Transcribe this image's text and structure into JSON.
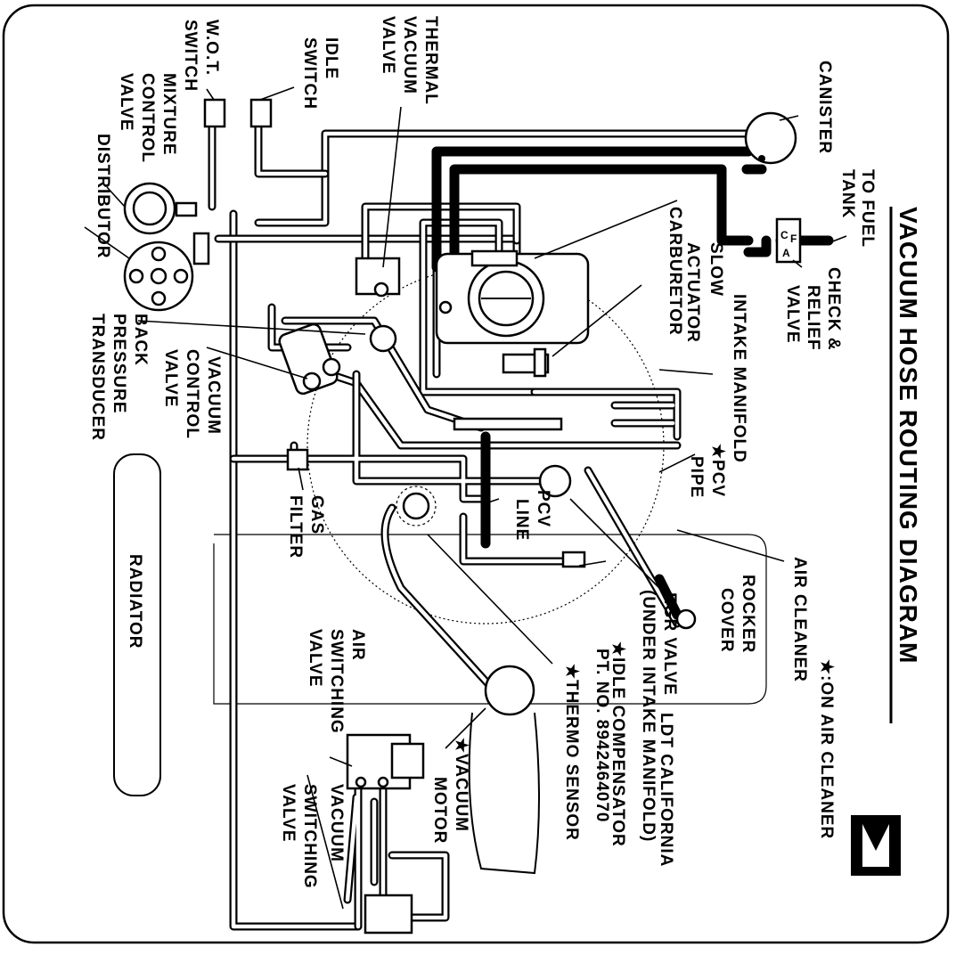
{
  "title": "VACUUM HOSE ROUTING DIAGRAM",
  "note": "★:ON AIR CLEANER",
  "model": "LDT CALIFORNIA",
  "part_number": "PT. NO. 8942464070",
  "logo_icon": "isuzu-logo-icon",
  "labels": {
    "to_fuel_tank": [
      "TO FUEL",
      "TANK"
    ],
    "canister": "CANISTER",
    "check_relief_valve": [
      "CHECK &",
      "RELIEF",
      "VALVE"
    ],
    "carburetor": "CARBURETOR",
    "slow_actuator": [
      "SLOW",
      "ACTUATOR"
    ],
    "intake_manifold": "INTAKE MANIFOLD",
    "pcv_pipe": [
      "★PCV",
      "PIPE"
    ],
    "pcv_line": [
      "PCV",
      "LINE"
    ],
    "air_cleaner": "AIR CLEANER",
    "rocker_cover": [
      "ROCKER",
      "COVER"
    ],
    "egr_valve": [
      "EGR VALVE",
      "(UNDER INTAKE MANIFOLD)"
    ],
    "idle_compensator": "★IDLE COMPENSATOR",
    "thermo_sensor": "★THERMO SENSOR",
    "vacuum_motor": [
      "★VACUUM",
      "MOTOR"
    ],
    "thermal_vacuum_valve": [
      "THERMAL",
      "VACUUM",
      "VALVE"
    ],
    "idle_switch": [
      "IDLE",
      "SWITCH"
    ],
    "wot_switch": [
      "W.O.T.",
      "SWITCH"
    ],
    "mixture_control_valve": [
      "MIXTURE",
      "CONTROL",
      "VALVE"
    ],
    "distributor": "DISTRIBUTOR",
    "back_pressure_transducer": [
      "BACK",
      "PRESSURE",
      "TRANSDUCER"
    ],
    "vacuum_control_valve": [
      "VACUUM",
      "CONTROL",
      "VALVE"
    ],
    "gas_filter": [
      "GAS",
      "FILTER"
    ],
    "radiator": "RADIATOR",
    "air_switching_valve": [
      "AIR",
      "SWITCHING",
      "VALVE"
    ],
    "vacuum_switching_valve": [
      "VACUUM",
      "SWITCHING",
      "VALVE"
    ],
    "cf_mark": "F",
    "ca_mark": "A",
    "c_mark": "C"
  }
}
